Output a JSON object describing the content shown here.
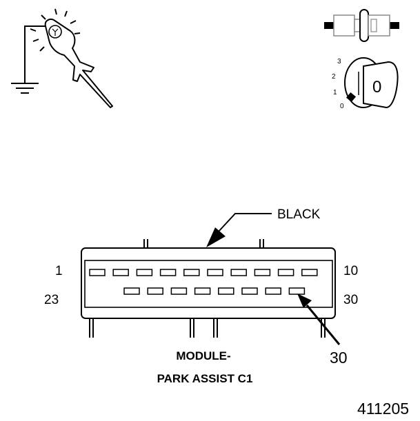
{
  "icons": {
    "test_light": "test-light-icon",
    "ground": "ground-symbol-icon",
    "connector_disconnected": "connector-disconnected-icon",
    "ignition_switch": "ignition-switch-icon"
  },
  "ignition": {
    "positions": [
      "3",
      "2",
      "1",
      "0"
    ],
    "key_position": "0"
  },
  "connector": {
    "color_label": "BLACK",
    "row1": {
      "first": "1",
      "last": "10",
      "cavities": 10
    },
    "row2": {
      "first": "23",
      "last": "30",
      "cavities": 8
    },
    "callout_pin": "30"
  },
  "title": {
    "line1": "MODULE-",
    "line2": "PARK ASSIST C1"
  },
  "figure_number": "411205"
}
